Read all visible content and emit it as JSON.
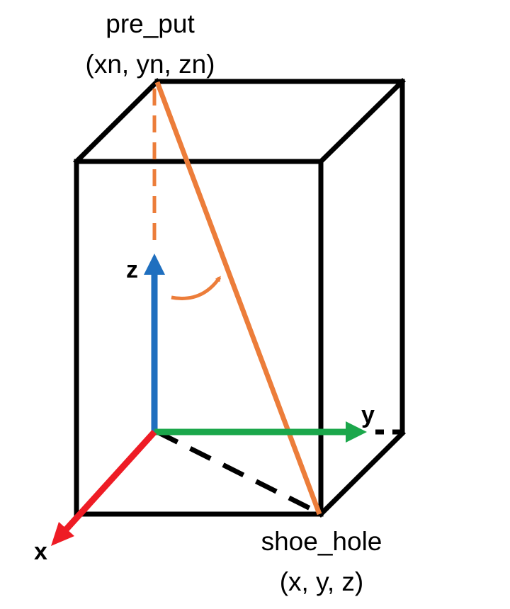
{
  "labels": {
    "top_name": "pre_put",
    "top_coords": "(xn, yn, zn)",
    "bottom_name": "shoe_hole",
    "bottom_coords": "(x, y, z)"
  },
  "axes": {
    "x": "x",
    "y": "y",
    "z": "z"
  },
  "colors": {
    "box_edge": "#000000",
    "x_axis": "#ee1c25",
    "y_axis": "#1ba74b",
    "z_axis": "#1f6fbf",
    "orange": "#ec7d3a"
  }
}
